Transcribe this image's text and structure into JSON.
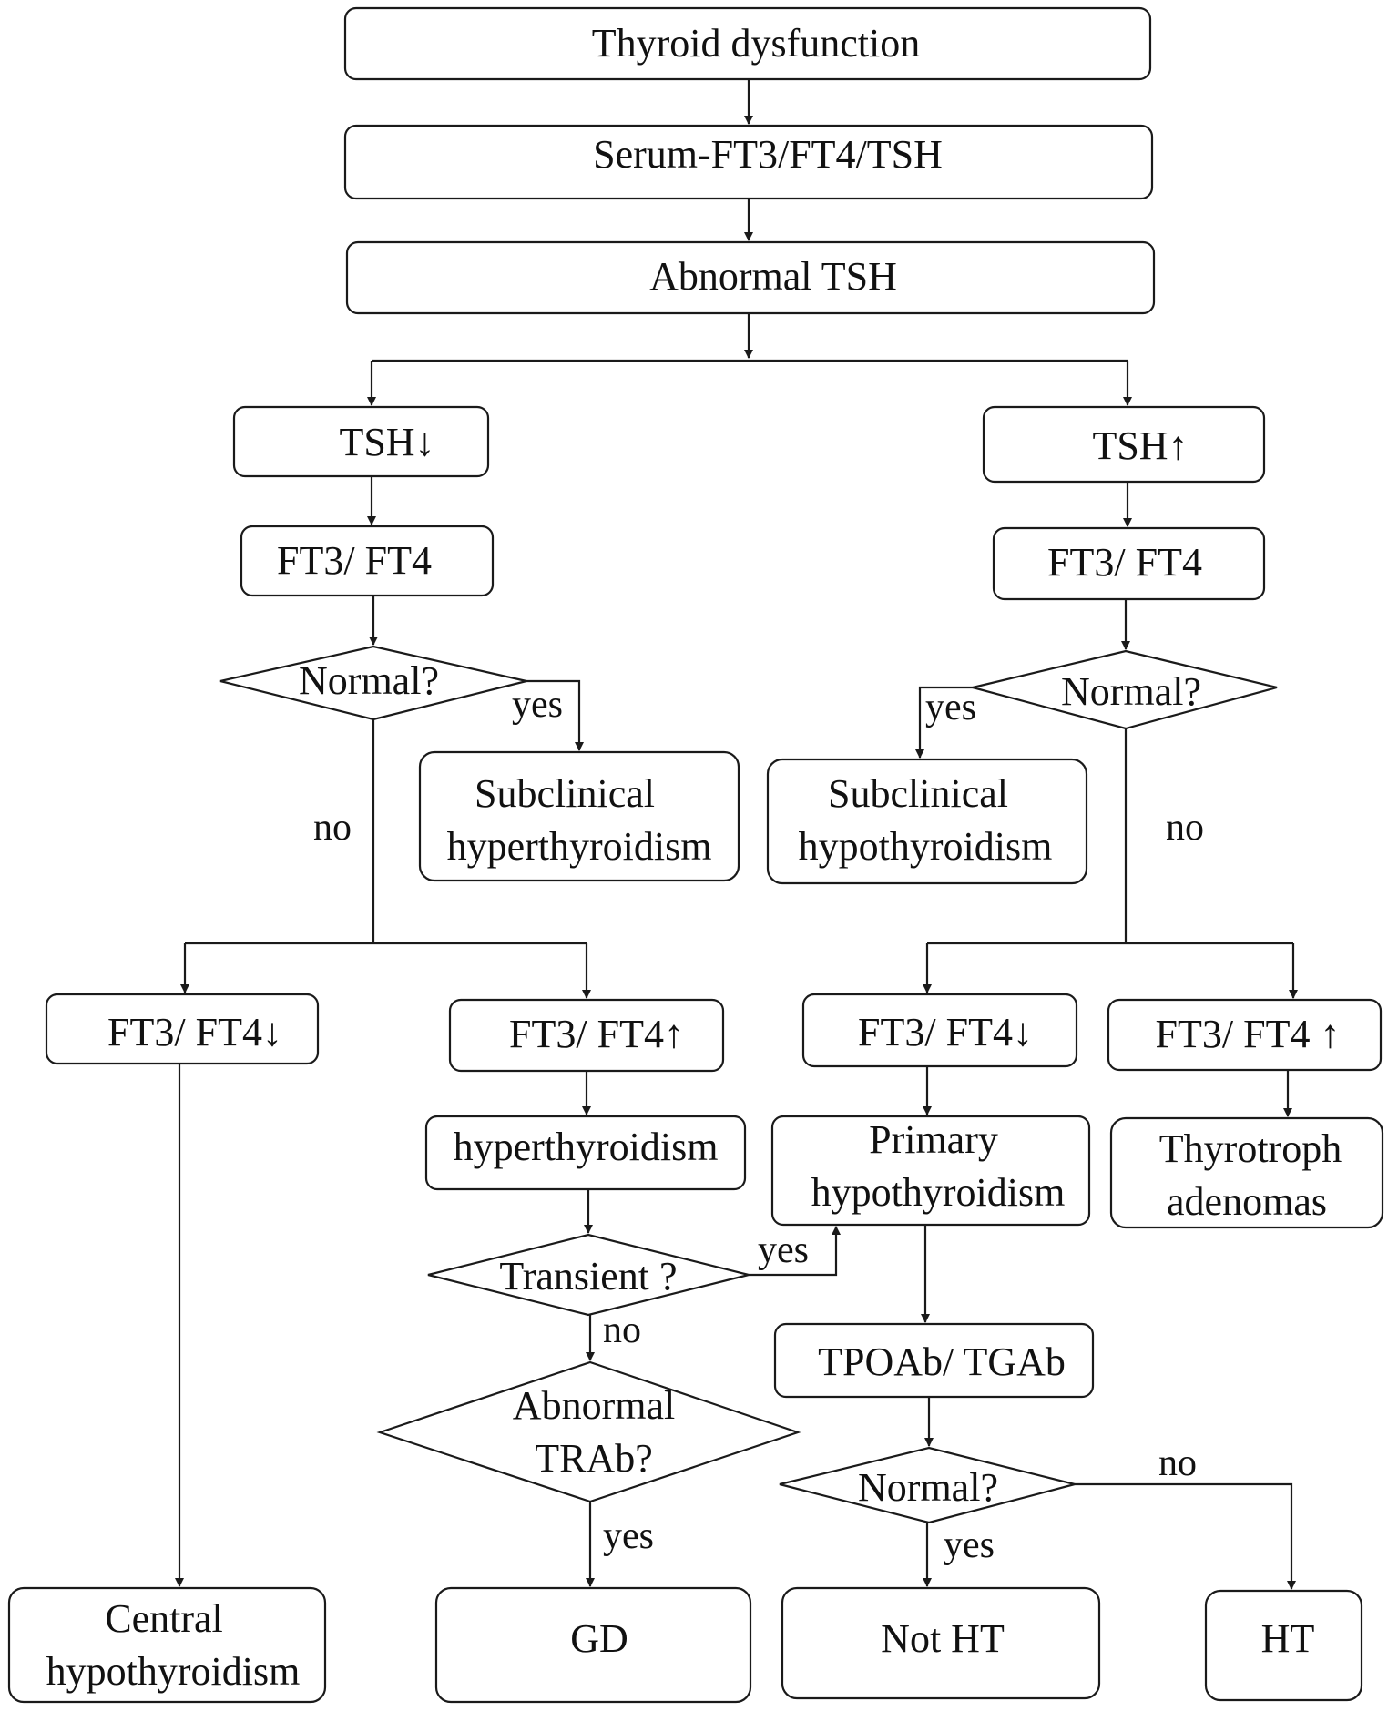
{
  "nodes": {
    "thyroid_dysfunction": "Thyroid dysfunction",
    "serum_test": "Serum-FT3/FT4/TSH",
    "abnormal_tsh": "Abnormal TSH",
    "tsh_low": "TSH↓",
    "tsh_high": "TSH↑",
    "ft3ft4_left": "FT3/ FT4",
    "ft3ft4_right": "FT3/ FT4",
    "normal_q_left": "Normal?",
    "normal_q_right": "Normal?",
    "subclinical_hyper_line1": "Subclinical",
    "subclinical_hyper_line2": "hyperthyroidism",
    "subclinical_hypo_line1": "Subclinical",
    "subclinical_hypo_line2": "hypothyroidism",
    "ft3ft4_low_a": "FT3/ FT4↓",
    "ft3ft4_high_a": "FT3/ FT4↑",
    "ft3ft4_low_b": "FT3/ FT4↓",
    "ft3ft4_high_b": "FT3/ FT4 ↑",
    "hyperthyroidism": "hyperthyroidism",
    "primary_hypo_line1": "Primary",
    "primary_hypo_line2": "hypothyroidism",
    "thyrotroph_line1": "Thyrotroph",
    "thyrotroph_line2": "adenomas",
    "transient_q": "Transient ?",
    "tpoab_tgab": "TPOAb/ TGAb",
    "abnormal_trab_line1": "Abnormal",
    "abnormal_trab_line2": "TRAb?",
    "normal_q_bottom": "Normal?",
    "central_hypo_line1": "Central",
    "central_hypo_line2": "hypothyroidism",
    "gd": "GD",
    "not_ht": "Not HT",
    "ht": "HT"
  },
  "edge_labels": {
    "yes_left": "yes",
    "no_left": "no",
    "yes_right": "yes",
    "no_right": "no",
    "yes_transient": "yes",
    "no_transient": "no",
    "yes_trab": "yes",
    "no_bottom": "no",
    "yes_bottom": "yes"
  }
}
